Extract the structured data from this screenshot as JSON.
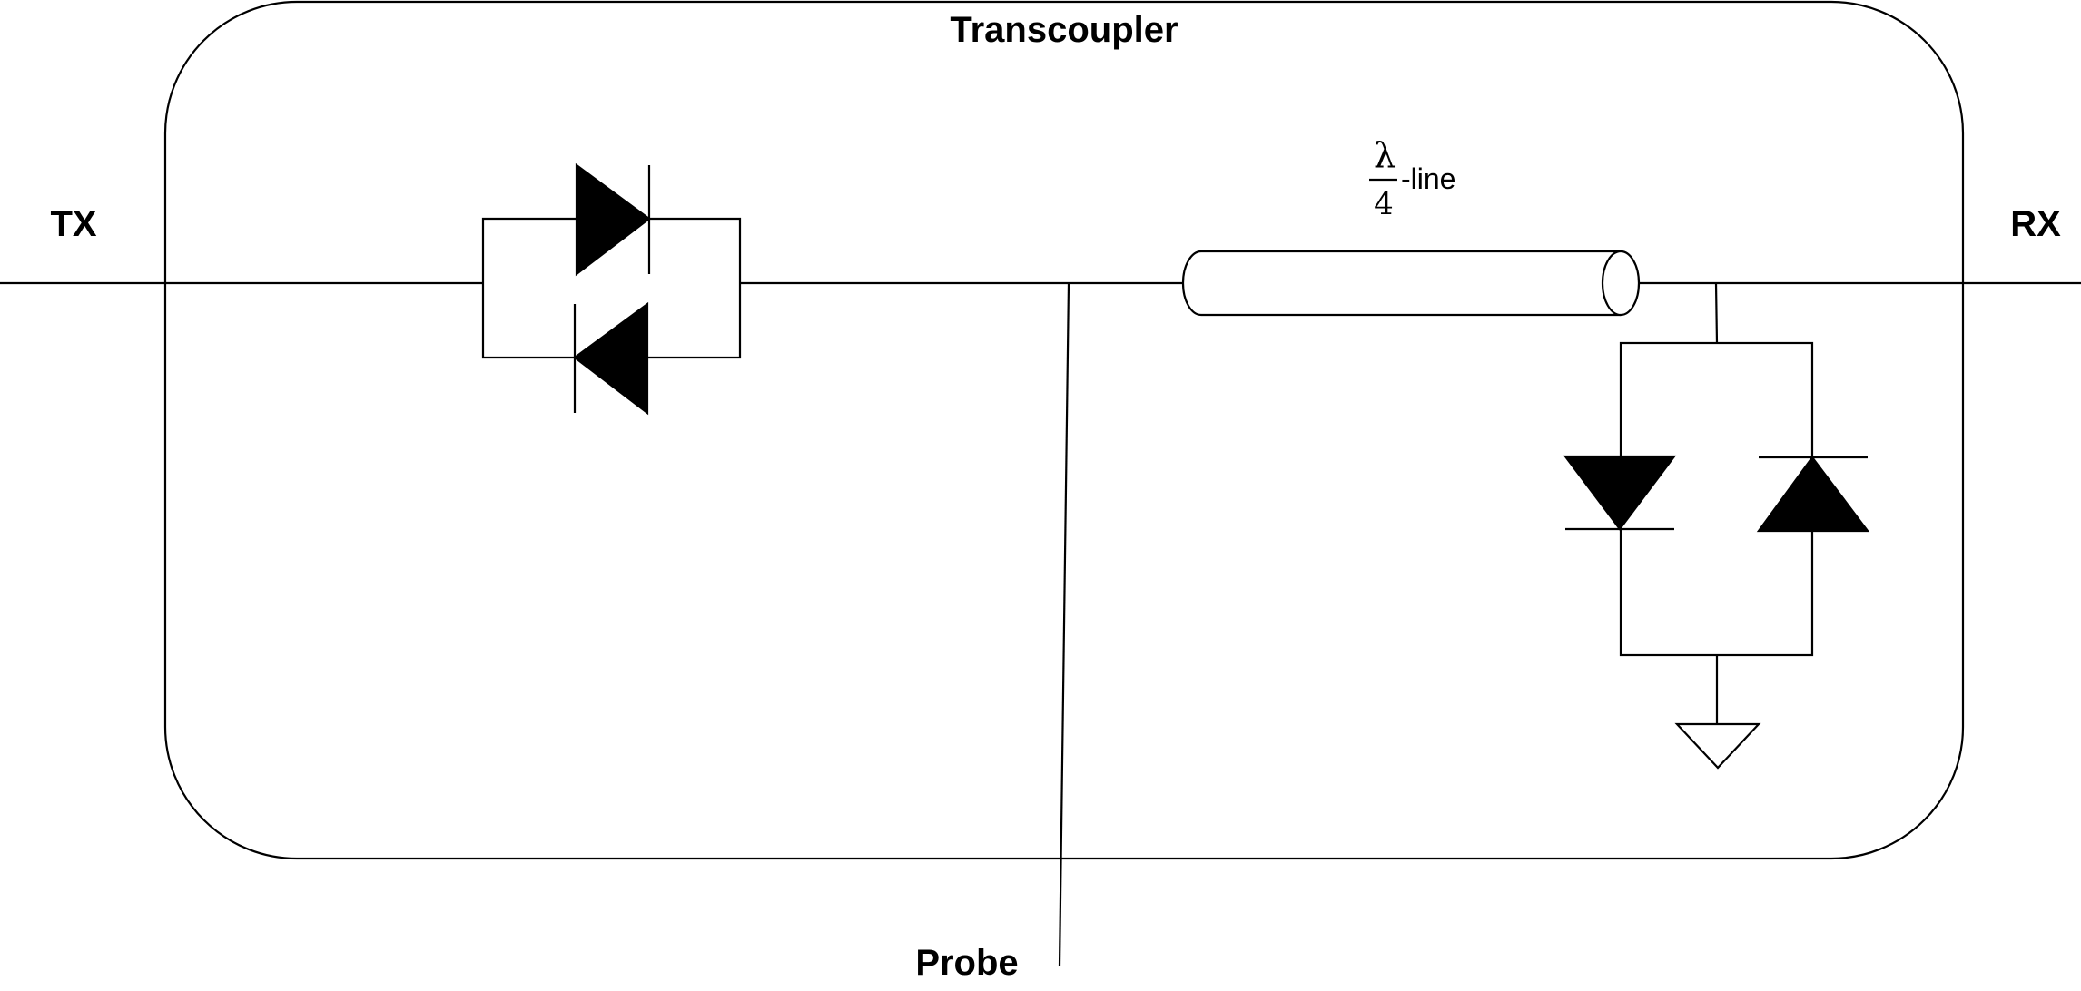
{
  "diagram": {
    "title": "Transcoupler",
    "tx_label": "TX",
    "rx_label": "RX",
    "probe_label": "Probe",
    "line_label": {
      "numerator": "λ",
      "denominator": "4",
      "suffix": "-line"
    },
    "components": [
      "antiparallel-diode-pair-series",
      "quarter-wave-transmission-line",
      "antiparallel-diode-pair-shunt",
      "ground"
    ]
  }
}
